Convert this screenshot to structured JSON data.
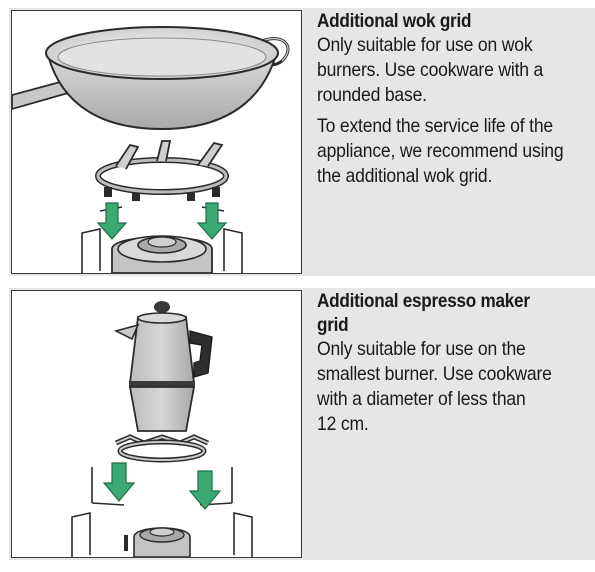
{
  "sections": [
    {
      "title_lines": [
        "Additional wok grid"
      ],
      "paragraphs": [
        [
          "Only suitable for use on wok",
          "burners. Use cookware with a",
          "rounded base."
        ],
        [
          "To extend the service life of the",
          "appliance, we recommend using",
          "the additional wok grid."
        ]
      ]
    },
    {
      "title_lines": [
        "Additional espresso maker",
        "grid"
      ],
      "paragraphs": [
        [
          "Only suitable for use on the",
          "smallest burner. Use cookware",
          "with a diameter of less than",
          "12 cm."
        ]
      ]
    }
  ],
  "colors": {
    "panel": "#e6e6e6",
    "arrow": "#3aaa72",
    "outline": "#2b2b2b"
  }
}
